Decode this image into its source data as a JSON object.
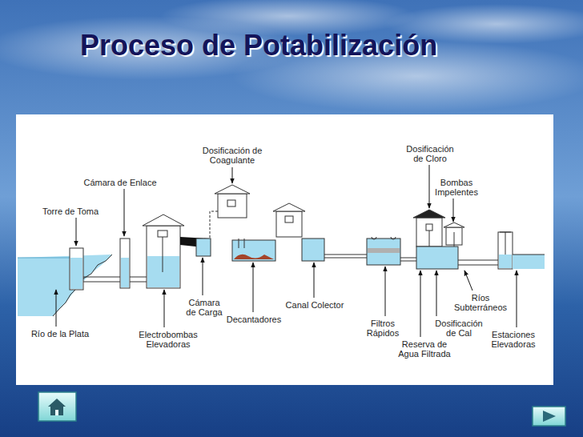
{
  "diagram": {
    "title": "Proceso de Potabilización",
    "labels": [
      "Dosificación de Coagulante",
      "Cámara de Enlace",
      "Torre de Toma",
      "Río de la Plata",
      "Electrobombas Elevadoras",
      "Cámara de Carga",
      "Decantadores",
      "Canal Colector",
      "Dosificación de Cloro",
      "Bombas Impelentes",
      "Filtros Rápidos",
      "Reserva de Agua Filtrada",
      "Dosificación de Cal",
      "Ríos Subterráneos",
      "Estaciones Elevadoras"
    ]
  }
}
